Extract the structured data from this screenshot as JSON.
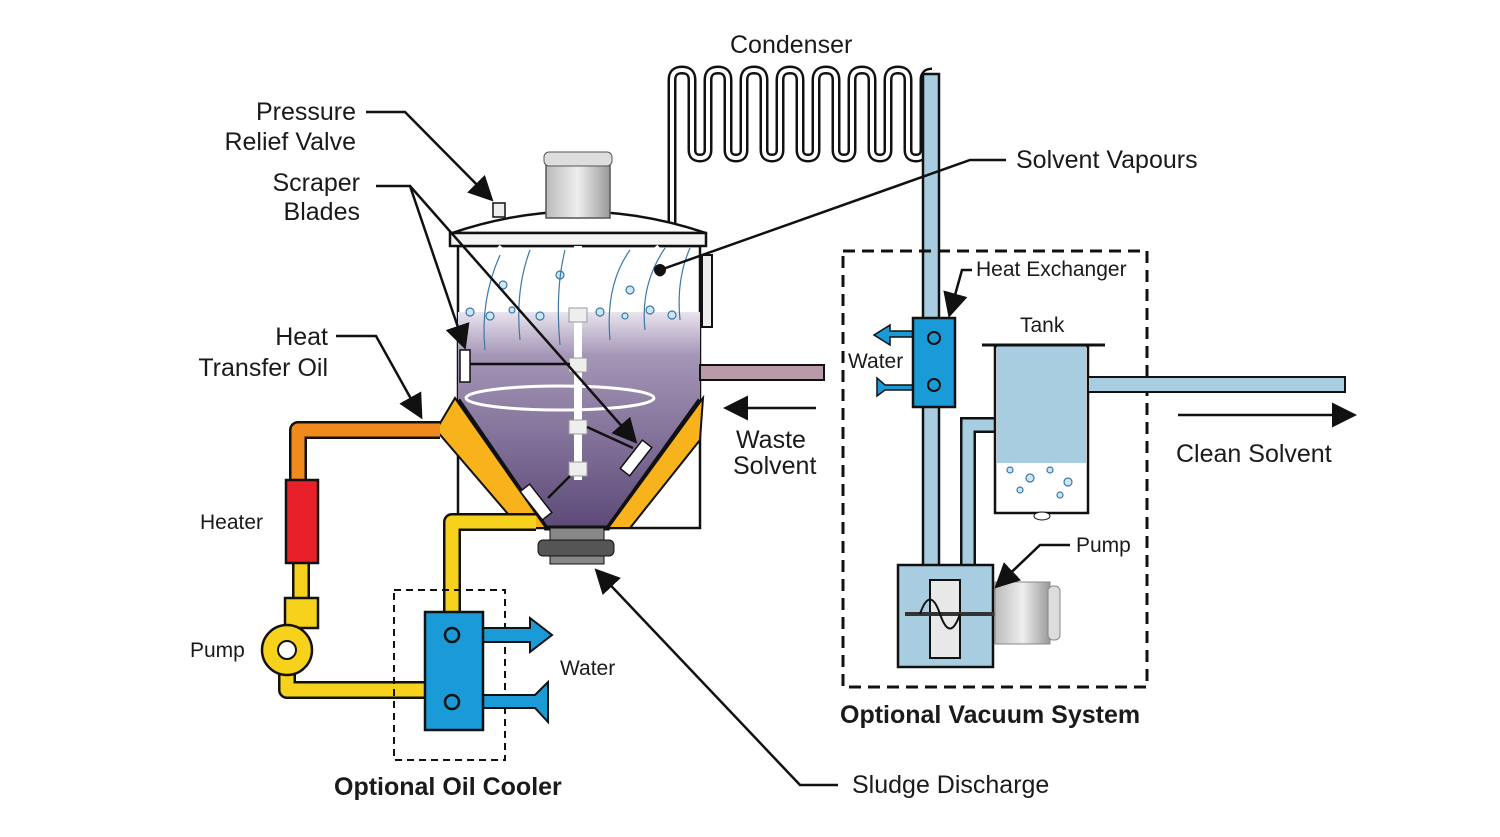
{
  "labels": {
    "condenser": "Condenser",
    "pressure_relief_valve": [
      "Pressure",
      "Relief Valve"
    ],
    "scraper_blades": [
      "Scraper",
      "Blades"
    ],
    "heat_transfer_oil": [
      "Heat",
      "Transfer Oil"
    ],
    "heater": "Heater",
    "pump_left": "Pump",
    "water_cooler": "Water",
    "optional_oil_cooler": "Optional Oil Cooler",
    "sludge_discharge": "Sludge Discharge",
    "solvent_vapours": "Solvent Vapours",
    "heat_exchanger": "Heat Exchanger",
    "water_exchanger": "Water",
    "tank": "Tank",
    "waste_solvent": [
      "Waste",
      "Solvent"
    ],
    "clean_solvent": "Clean Solvent",
    "pump_right": "Pump",
    "optional_vacuum_system": "Optional Vacuum System"
  },
  "colors": {
    "oil_hot": "#f08a1c",
    "oil_cool": "#f7d21c",
    "heater": "#e8202a",
    "cooler_blue": "#1a9ad6",
    "solvent_light": "#a9cde0",
    "waste_liquid": "#6e5a86",
    "waste_pipe": "#b89aa8"
  }
}
